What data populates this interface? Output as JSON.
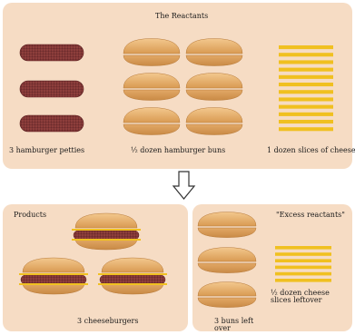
{
  "reactants": {
    "title": "The Reactants",
    "patties_label": "3 hamburger petties",
    "buns_label": "½ dozen hamburger buns",
    "cheese_label": "1 dozen slices of cheese",
    "patties_count": 3,
    "buns_count": 6,
    "cheese_count": 12
  },
  "arrow": {
    "icon": "down-arrow-icon"
  },
  "products": {
    "title": "Products",
    "label": "3 cheeseburgers",
    "count": 3
  },
  "excess": {
    "title": "\"Excess reactants\"",
    "buns_label_line1": "3 buns left",
    "buns_label_line2": "over",
    "cheese_label_line1": "½ dozen cheese",
    "cheese_label_line2": "slices leftover",
    "buns_count": 3,
    "cheese_count": 6
  },
  "colors": {
    "panel": "#f6dcc4",
    "patty": "#8b3a3a",
    "bun": "#e8b070",
    "cheese": "#f0c020"
  }
}
